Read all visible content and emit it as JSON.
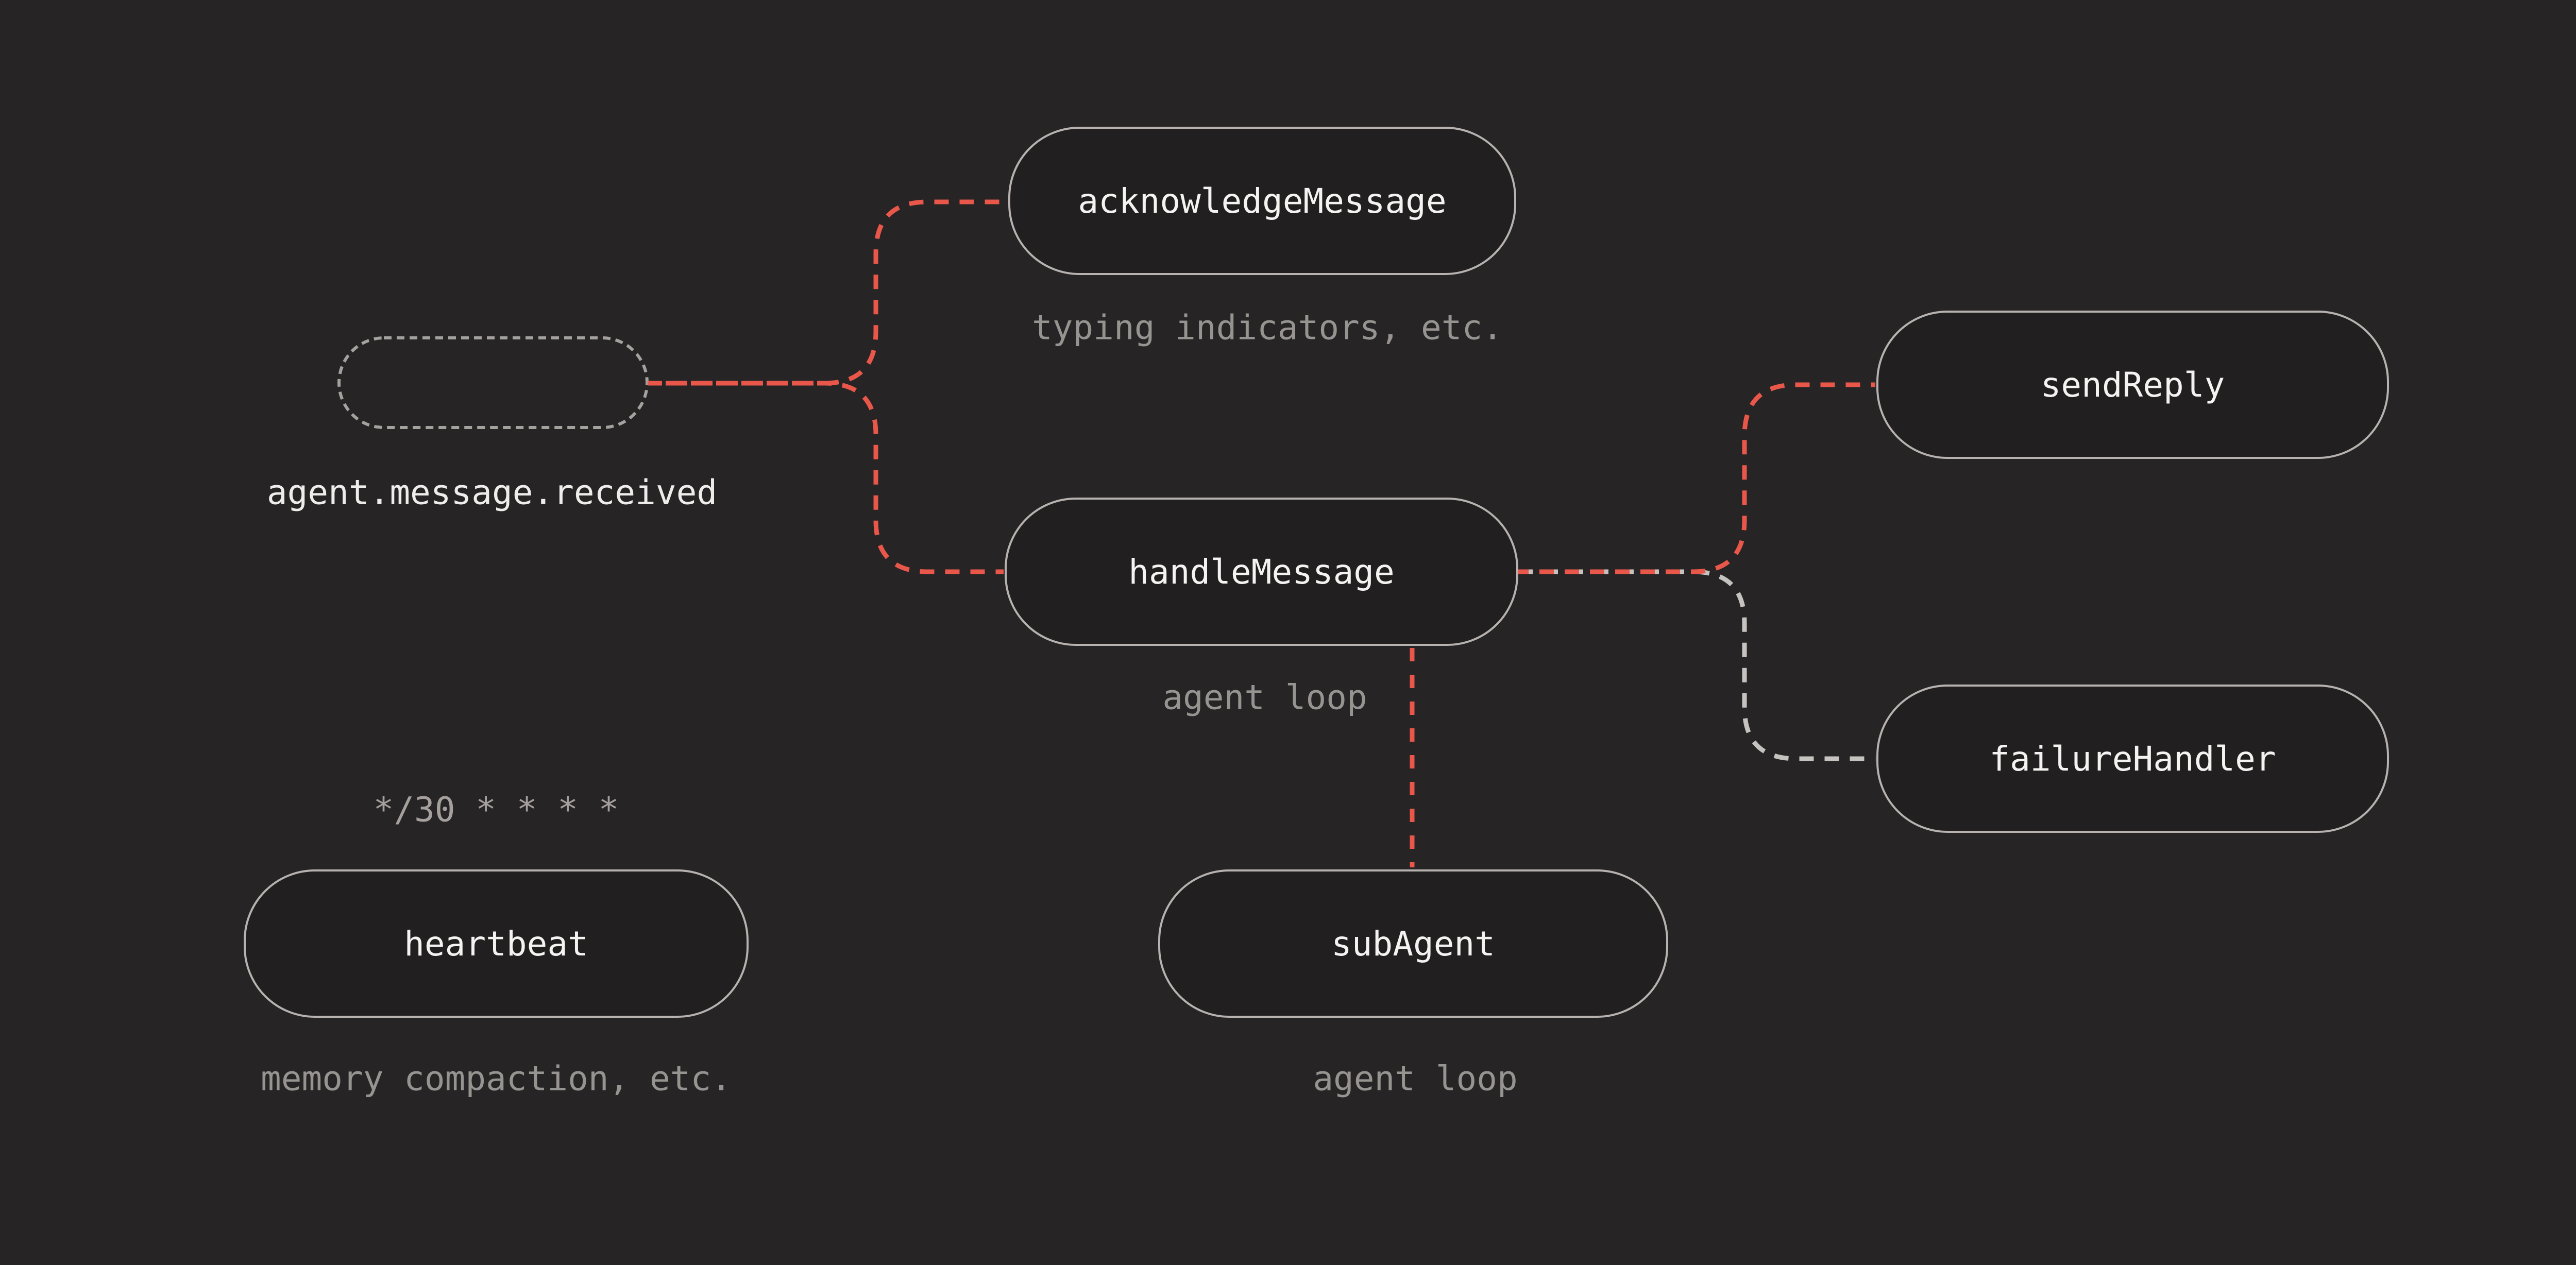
{
  "diagram": {
    "background": "#262424",
    "colors": {
      "background": "#262424",
      "node_fill": "#211f1f",
      "node_border": "#b7b2b0",
      "trigger_border": "#a5a19f",
      "connector_red": "#e8574a",
      "connector_gray": "#c6c2c0",
      "title_text": "#f5f3f1",
      "label_muted": "#979391",
      "label_bright": "#efedeb",
      "label_cron": "#a5a09d"
    },
    "nodes": {
      "trigger": {
        "caption": "agent.message.received"
      },
      "acknowledge": {
        "label": "acknowledgeMessage",
        "caption": "typing indicators, etc."
      },
      "handle": {
        "label": "handleMessage",
        "caption": "agent loop"
      },
      "send_reply": {
        "label": "sendReply"
      },
      "failure_handler": {
        "label": "failureHandler"
      },
      "heartbeat": {
        "label": "heartbeat",
        "caption": "memory compaction, etc.",
        "schedule": "*/30 * * * *"
      },
      "sub_agent": {
        "label": "subAgent",
        "caption": "agent loop"
      }
    },
    "edges": [
      {
        "from": "trigger",
        "to": "acknowledge",
        "color": "red",
        "style": "dashed"
      },
      {
        "from": "trigger",
        "to": "handle",
        "color": "red",
        "style": "dashed"
      },
      {
        "from": "handle",
        "to": "send_reply",
        "color": "red",
        "style": "dashed"
      },
      {
        "from": "handle",
        "to": "failure_handler",
        "color": "gray",
        "style": "dashed"
      },
      {
        "from": "handle",
        "to": "sub_agent",
        "color": "red",
        "style": "dashed"
      }
    ]
  }
}
